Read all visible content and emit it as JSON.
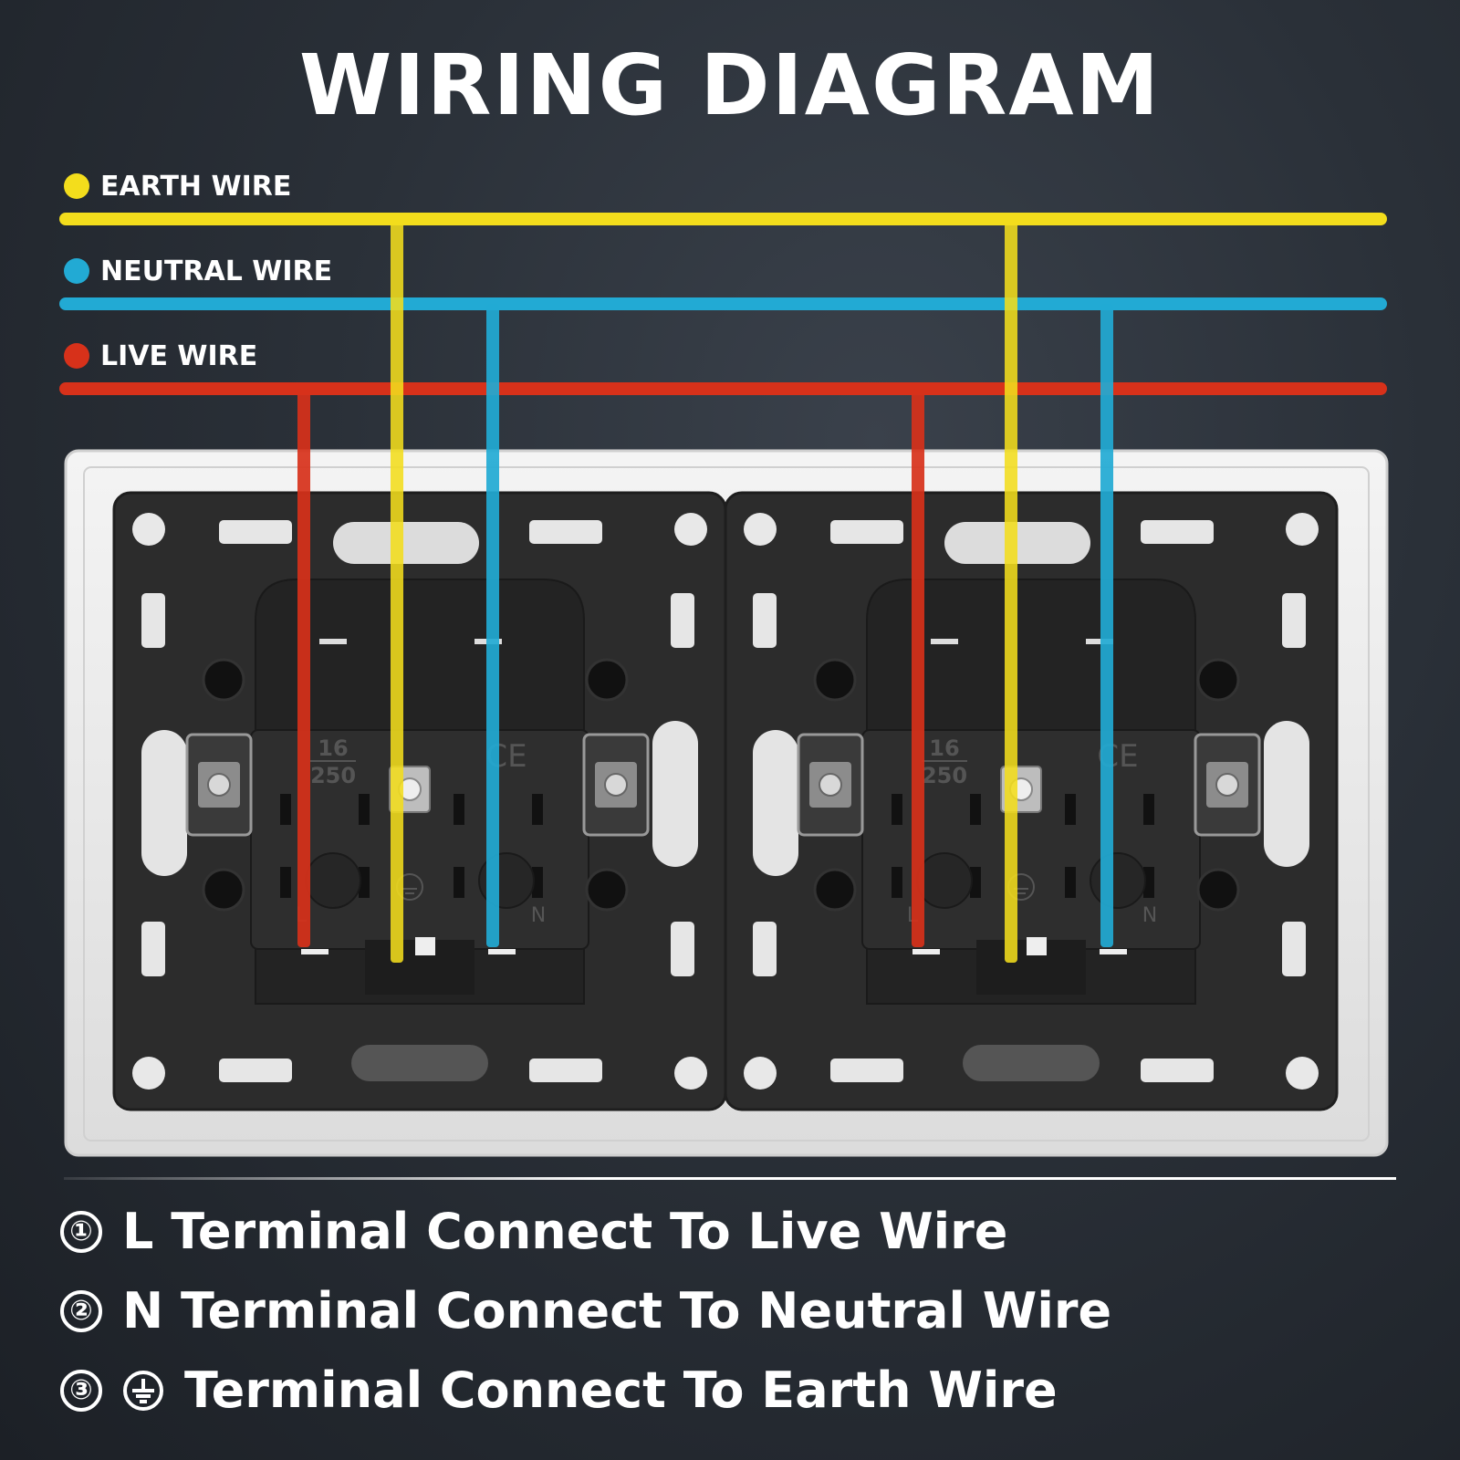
{
  "title": "WIRING DIAGRAM",
  "colors": {
    "earth": "#f3dd1c",
    "neutral": "#22aad4",
    "live": "#d7311a",
    "background": "#2a3038",
    "frame": "#e9e9e9",
    "module": "#2b2b2b"
  },
  "legend": [
    {
      "label": "EARTH WIRE",
      "color": "#f3dd1c"
    },
    {
      "label": "NEUTRAL WIRE",
      "color": "#22aad4"
    },
    {
      "label": "LIVE WIRE",
      "color": "#d7311a"
    }
  ],
  "socket": {
    "rating_top": "16",
    "rating_bottom": "250",
    "mark": "CE",
    "terminal_left": "L",
    "terminal_right": "N"
  },
  "instructions": [
    {
      "number": "①",
      "text": "L Terminal Connect To Live Wire"
    },
    {
      "number": "②",
      "text": "N Terminal Connect To Neutral Wire"
    },
    {
      "number": "③",
      "text": "Terminal Connect To Earth Wire",
      "icon": "earth-ground-icon"
    }
  ]
}
